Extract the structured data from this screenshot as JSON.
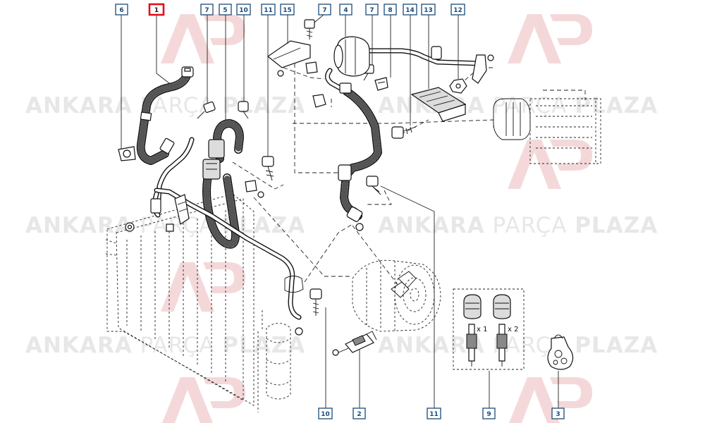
{
  "diagram": {
    "highlight_color": "#e0101a",
    "label_color": "#1a4a7a",
    "callouts_top": [
      {
        "id": "c-top-6",
        "text": "6"
      },
      {
        "id": "c-top-1",
        "text": "1",
        "highlighted": true
      },
      {
        "id": "c-top-7a",
        "text": "7"
      },
      {
        "id": "c-top-5",
        "text": "5"
      },
      {
        "id": "c-top-10",
        "text": "10"
      },
      {
        "id": "c-top-11",
        "text": "11"
      },
      {
        "id": "c-top-15",
        "text": "15"
      },
      {
        "id": "c-top-7b",
        "text": "7"
      },
      {
        "id": "c-top-4",
        "text": "4"
      },
      {
        "id": "c-top-7c",
        "text": "7"
      },
      {
        "id": "c-top-8",
        "text": "8"
      },
      {
        "id": "c-top-14",
        "text": "14"
      },
      {
        "id": "c-top-13",
        "text": "13"
      },
      {
        "id": "c-top-12",
        "text": "12"
      }
    ],
    "callouts_bottom": [
      {
        "id": "c-bot-10",
        "text": "10"
      },
      {
        "id": "c-bot-2",
        "text": "2"
      },
      {
        "id": "c-bot-11",
        "text": "11"
      },
      {
        "id": "c-bot-9",
        "text": "9"
      },
      {
        "id": "c-bot-3",
        "text": "3"
      }
    ],
    "kit_quantities": [
      "x 1",
      "x 2"
    ],
    "watermark": {
      "brand_bold_1": "ANKARA",
      "brand_light": "PARÇA",
      "brand_bold_2": "PLAZA",
      "logo_text": "AP",
      "logo_color": "#c0121a"
    }
  }
}
